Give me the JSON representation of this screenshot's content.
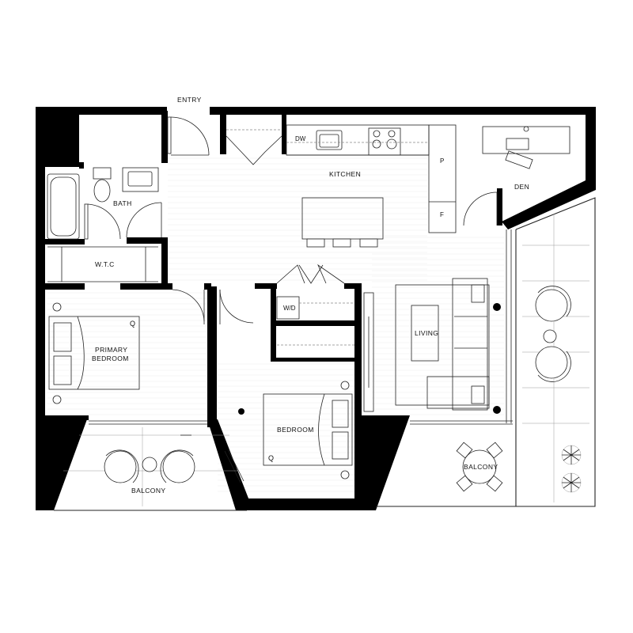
{
  "labels": {
    "entry": "ENTRY",
    "kitchen": "KITCHEN",
    "dw": "DW",
    "pantry": "P",
    "fridge": "F",
    "den": "DEN",
    "bath": "BATH",
    "wtc": "W.T.C",
    "wd": "W/D",
    "living": "LIVING",
    "primary_bedroom_line1": "PRIMARY",
    "primary_bedroom_line2": "BEDROOM",
    "bedroom": "BEDROOM",
    "balcony_left": "BALCONY",
    "balcony_right": "BALCONY",
    "bed_size_primary": "Q",
    "bed_size_bedroom": "Q"
  },
  "colors": {
    "wall": "#000000",
    "line": "#222222",
    "background": "#ffffff"
  }
}
